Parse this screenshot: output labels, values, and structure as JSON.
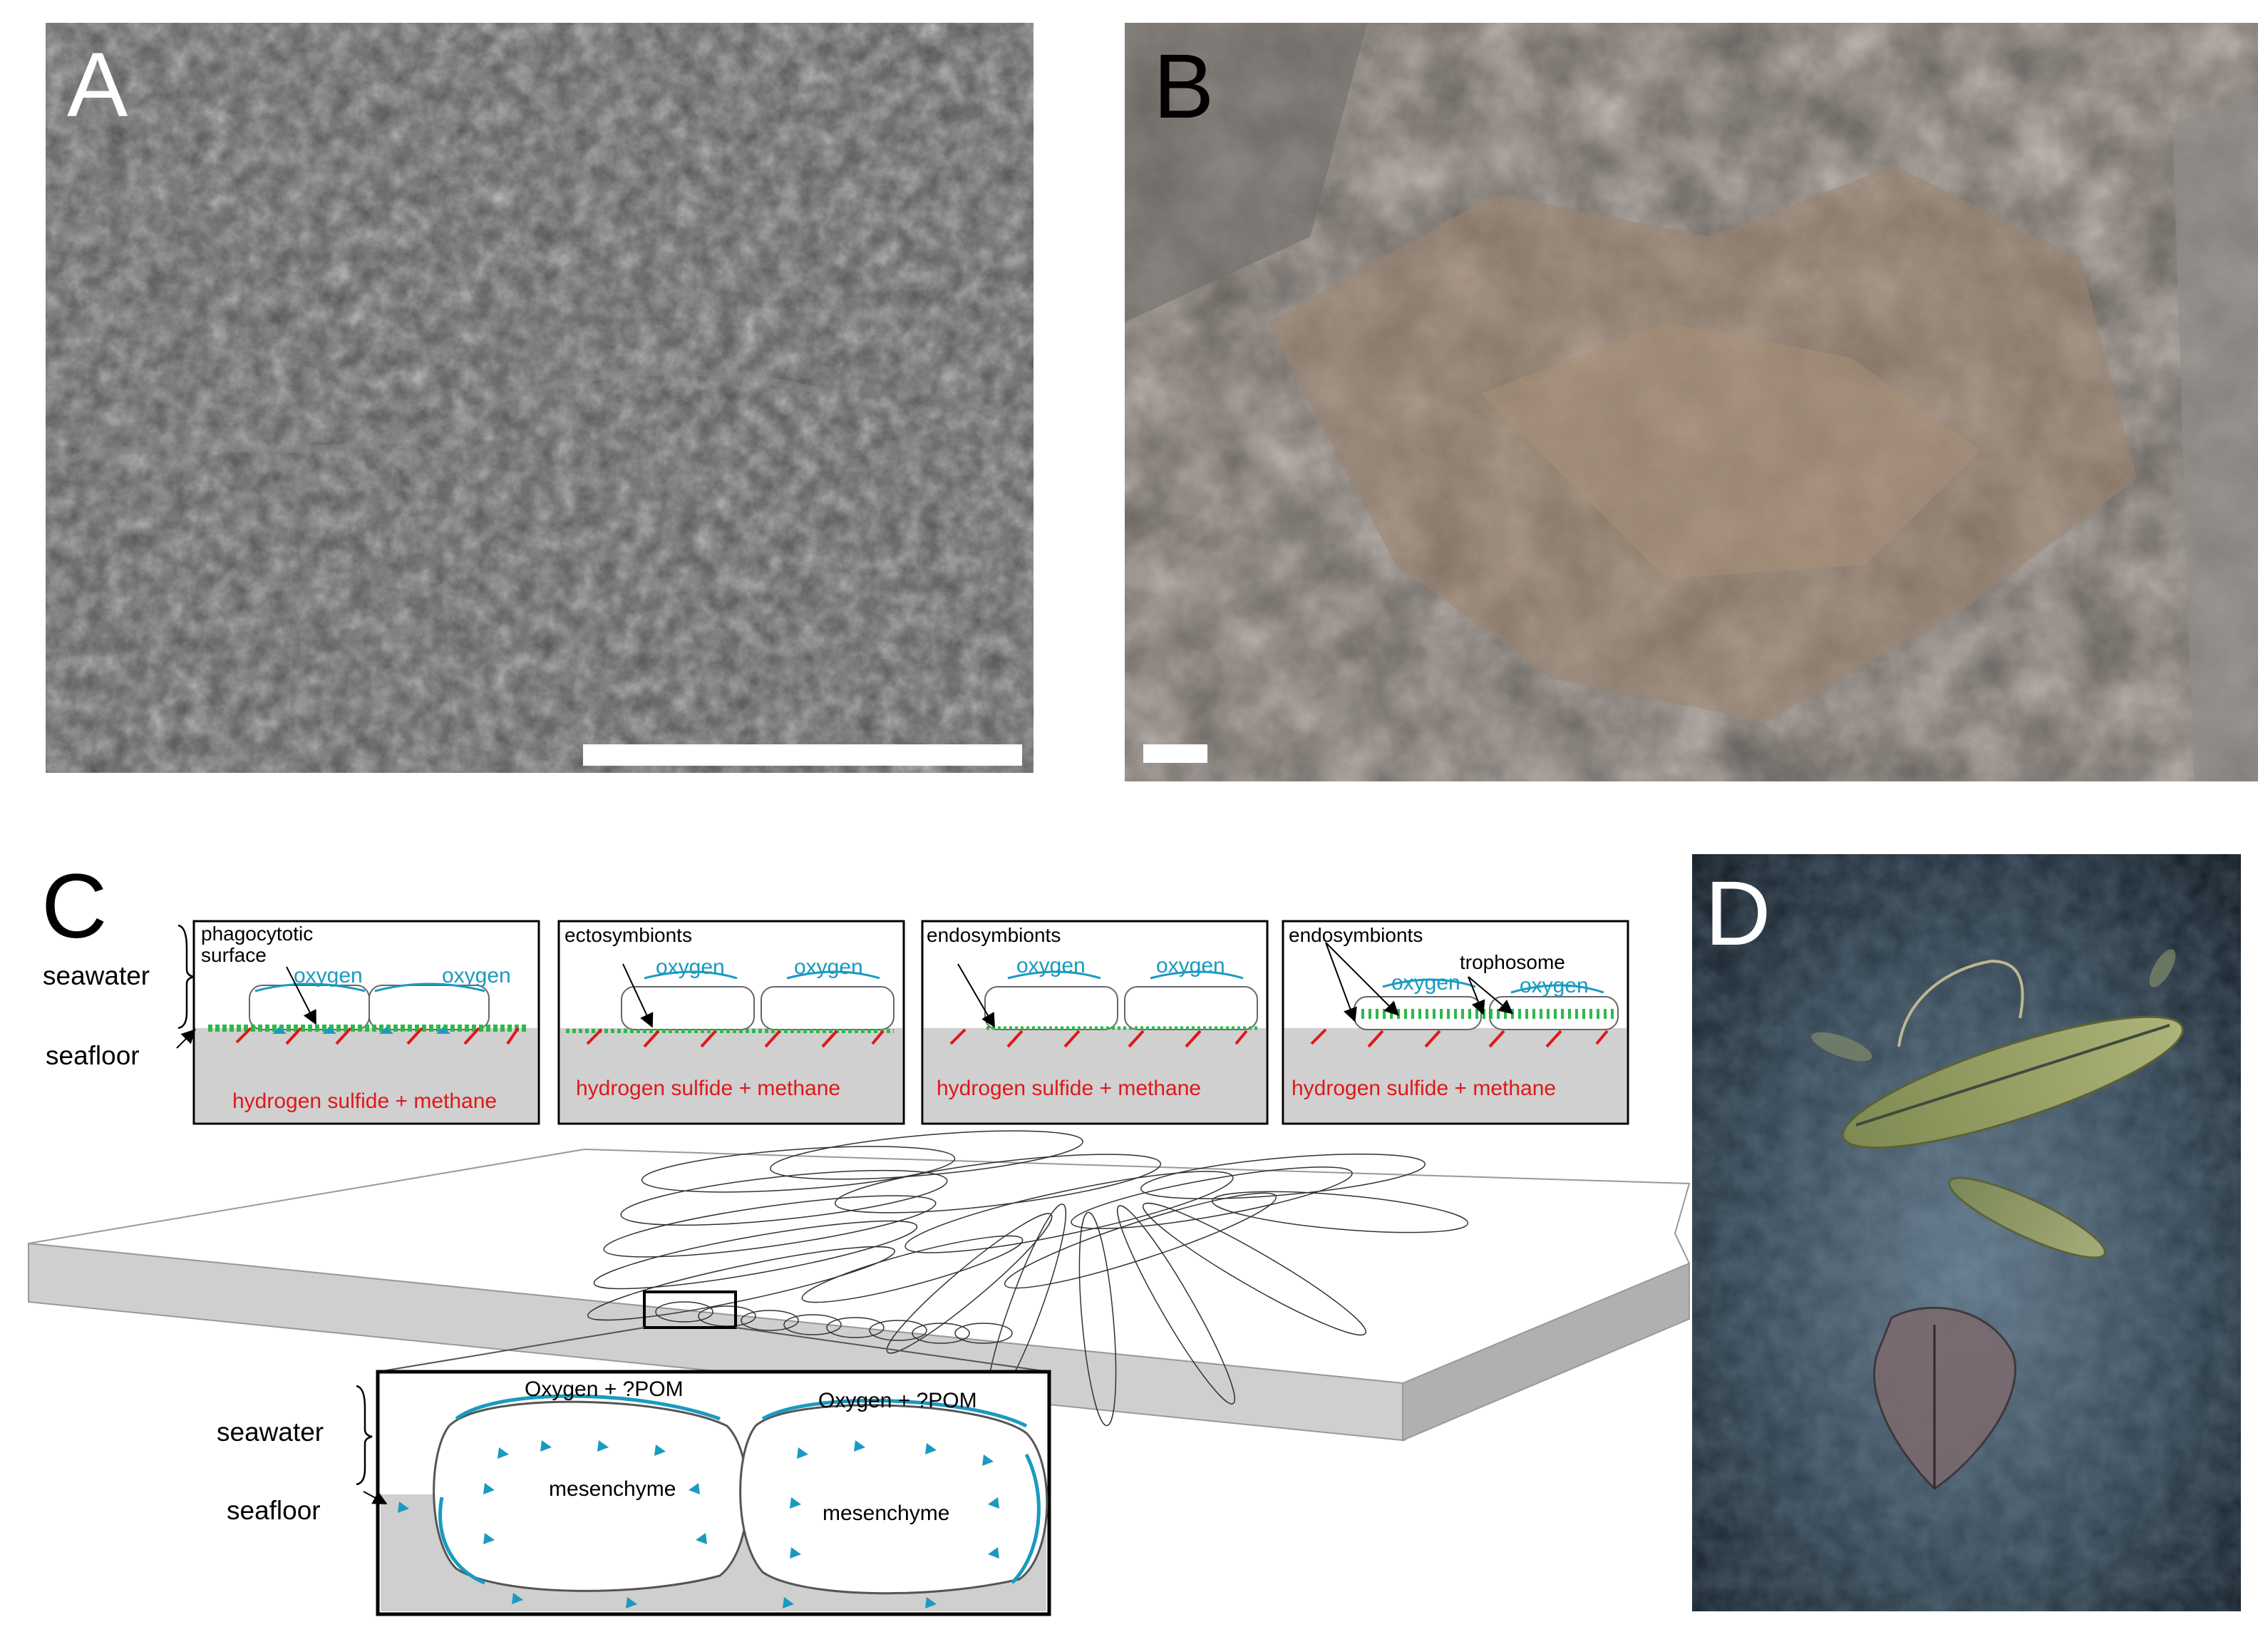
{
  "panels": {
    "a": {
      "letter": "A"
    },
    "b": {
      "letter": "B"
    },
    "c": {
      "letter": "C",
      "left_labels": {
        "seawater": "seawater",
        "seafloor": "seafloor"
      },
      "boxes": [
        {
          "title": "phagocytotic\nsurface",
          "title_line1": "phagocytotic",
          "title_line2": "surface",
          "oxygen_left": "oxygen",
          "oxygen_right": "oxygen",
          "bottom": "hydrogen sulfide + methane"
        },
        {
          "title": "ectosymbionts",
          "oxygen_left": "oxygen",
          "oxygen_right": "oxygen",
          "bottom": "hydrogen sulfide + methane"
        },
        {
          "title": "endosymbionts",
          "oxygen_left": "oxygen",
          "oxygen_right": "oxygen",
          "bottom": "hydrogen sulfide + methane"
        },
        {
          "title": "endosymbionts",
          "extra": "trophosome",
          "oxygen_left": "oxygen",
          "oxygen_right": "oxygen",
          "bottom": "hydrogen sulfide + methane"
        }
      ],
      "inset": {
        "seawater": "seawater",
        "seafloor": "seafloor",
        "top_left": "Oxygen + ?POM",
        "top_right": "Oxygen + ?POM",
        "cell_left": "mesenchyme",
        "cell_right": "mesenchyme"
      }
    },
    "d": {
      "letter": "D"
    }
  },
  "colors": {
    "oxygen": "#1a9ac0",
    "sulfide": "#e01818",
    "symbiont": "#2eb84a",
    "seafloor": "#cfcfcf"
  }
}
